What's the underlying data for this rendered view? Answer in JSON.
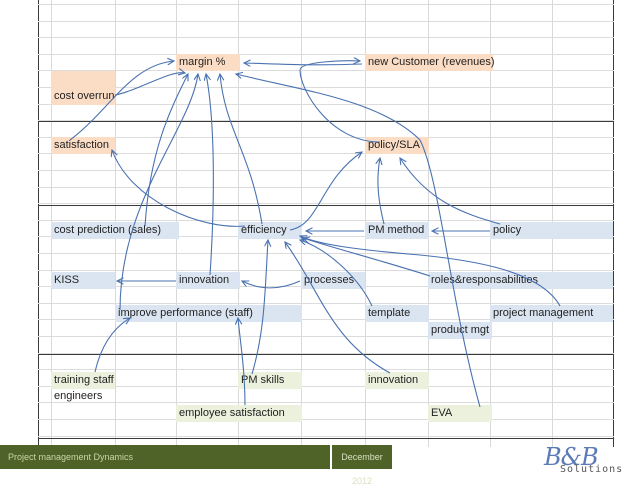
{
  "diagram": {
    "nodes": {
      "margin": "margin %",
      "new_customer": "new Customer (revenues)",
      "cost_overrun": "cost overrun",
      "satisfaction": "satisfaction",
      "policy_sla": "policy/SLA",
      "cost_prediction": "cost prediction (sales)",
      "efficiency": "efficiency",
      "pm_method": "PM method",
      "policy": "policy",
      "kiss": "KISS",
      "innovation_mid": "innovation",
      "processes": "processes",
      "roles": "roles&responsabilities",
      "improve_performance": "improve performance (staff)",
      "template": "template",
      "project_management": "project management",
      "product_mgt": "product mgt",
      "training_staff": "training staff",
      "engineers": "engineers",
      "pm_skills": "PM skills",
      "innovation_low": "innovation",
      "employee_satisfaction": "employee satisfaction",
      "eva": "EVA"
    },
    "colors": {
      "top_level": "#fbdcc4",
      "mid_level": "#dbe5f1",
      "low_level": "#ebf1dd",
      "arrow": "#4a72b0"
    }
  },
  "footer": {
    "title": "Project management Dynamics",
    "date": "December 2012"
  },
  "logo": {
    "mark": "B&B",
    "subtitle": "Solutions"
  }
}
